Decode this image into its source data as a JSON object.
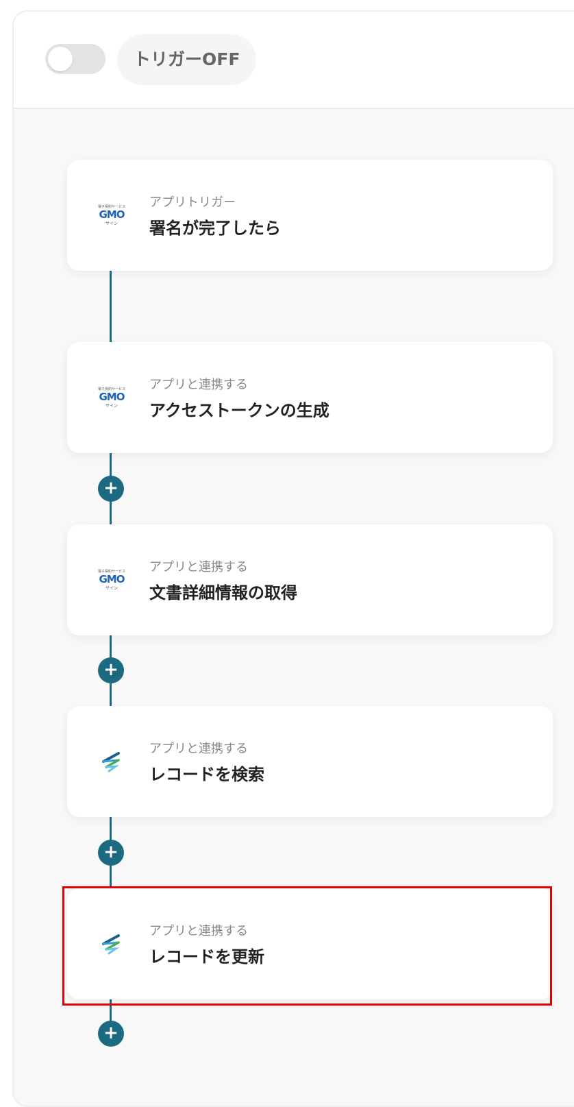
{
  "header": {
    "trigger_status": "トリガーOFF",
    "toggle_on": false
  },
  "steps": [
    {
      "app": "gmo-sign",
      "sub": "アプリトリガー",
      "title": "署名が完了したら"
    },
    {
      "app": "gmo-sign",
      "sub": "アプリと連携する",
      "title": "アクセストークンの生成"
    },
    {
      "app": "gmo-sign",
      "sub": "アプリと連携する",
      "title": "文書詳細情報の取得"
    },
    {
      "app": "spiral",
      "sub": "アプリと連携する",
      "title": "レコードを検索"
    },
    {
      "app": "spiral",
      "sub": "アプリと連携する",
      "title": "レコードを更新"
    }
  ],
  "gmo_logo": {
    "top": "電子契約サービス",
    "main": "GMO",
    "bottom": "サイン"
  },
  "colors": {
    "accent": "#1b6a80",
    "highlight": "#e60000"
  },
  "add_icon": "+"
}
